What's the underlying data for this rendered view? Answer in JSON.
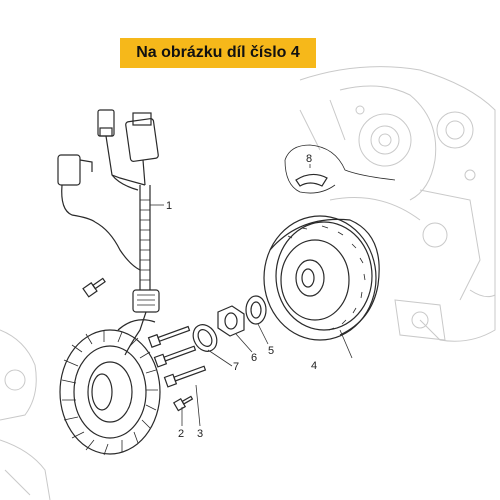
{
  "banner": {
    "text": "Na obrázku díl číslo 4",
    "color": "#f6b81a"
  },
  "callouts": [
    "1",
    "2",
    "3",
    "4",
    "5",
    "6",
    "7",
    "8"
  ]
}
